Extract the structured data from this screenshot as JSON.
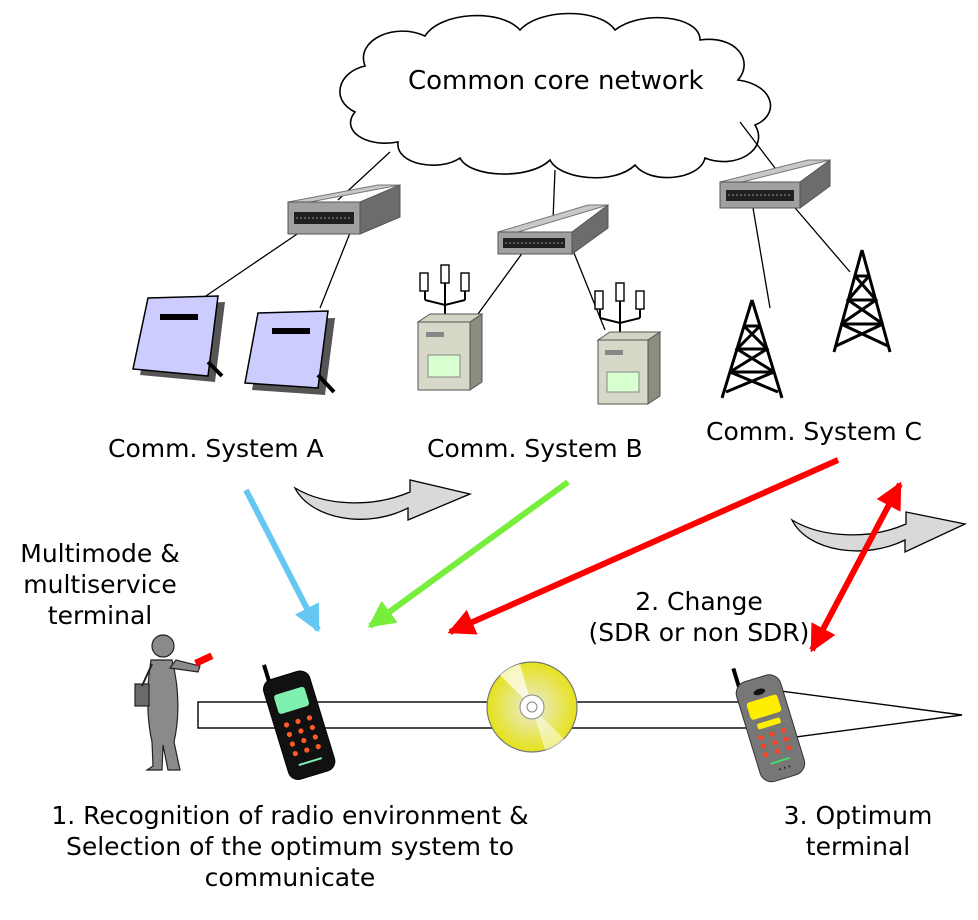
{
  "cloud_label": "Common core network",
  "systems": {
    "a": "Comm. System A",
    "b": "Comm. System B",
    "c": "Comm. System C"
  },
  "terminal_label": [
    "Multimode &",
    "multiservice",
    "terminal"
  ],
  "change_label": [
    "2. Change",
    "(SDR or non SDR)"
  ],
  "recognition_label": [
    "1. Recognition of radio environment &",
    "Selection of the optimum system to",
    "communicate"
  ],
  "optimum_label": [
    "3. Optimum",
    "terminal"
  ],
  "colors": {
    "system_a_arrow": "#66c8f2",
    "system_b_arrow": "#77ee3c",
    "system_c_arrow": "#ff0000",
    "panel_fill": "#ccccff",
    "phone_screen_green": "#7ff0b0",
    "phone_screen_yellow": "#ffee00",
    "cd_fill": "#eeee22"
  }
}
